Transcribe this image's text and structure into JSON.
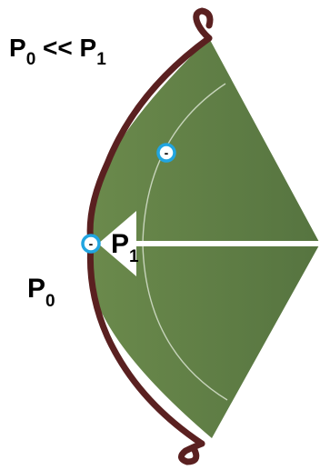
{
  "labels": {
    "relation": {
      "p0_main": "P",
      "p0_sub": "0",
      "operator": " << ",
      "p1_main": "P",
      "p1_sub": "1"
    },
    "p0": {
      "main": "P",
      "sub": "0"
    },
    "p1": {
      "main": "P",
      "sub": "1"
    }
  },
  "markers": {
    "marker_symbol": "-"
  },
  "colors": {
    "sector_fill_light": "#6b8a4c",
    "sector_fill_dark": "#567440",
    "membrane": "#5a2020",
    "marker_ring": "#21a5e0",
    "marker_fill": "#ffffff",
    "arrow": "#ffffff",
    "inner_arc": "#c7d4bb"
  }
}
